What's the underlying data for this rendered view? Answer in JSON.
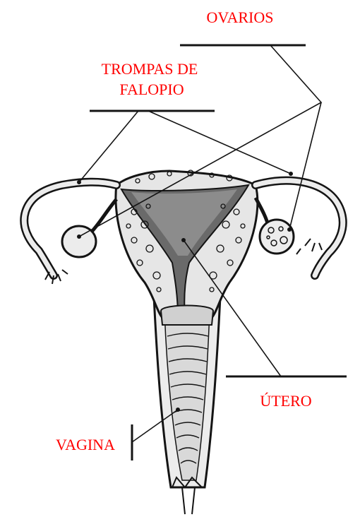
{
  "colors": {
    "label": "#ff0000",
    "ink": "#141414",
    "fill": "#e6e6e6",
    "dark": "#3a3a3a",
    "paper": "#ffffff"
  },
  "labels": {
    "ovarios": "OVARIOS",
    "trompas_line1": "TROMPAS  DE",
    "trompas_line2": "FALOPIO",
    "utero": "ÚTERO",
    "vagina": "VAGINA"
  }
}
